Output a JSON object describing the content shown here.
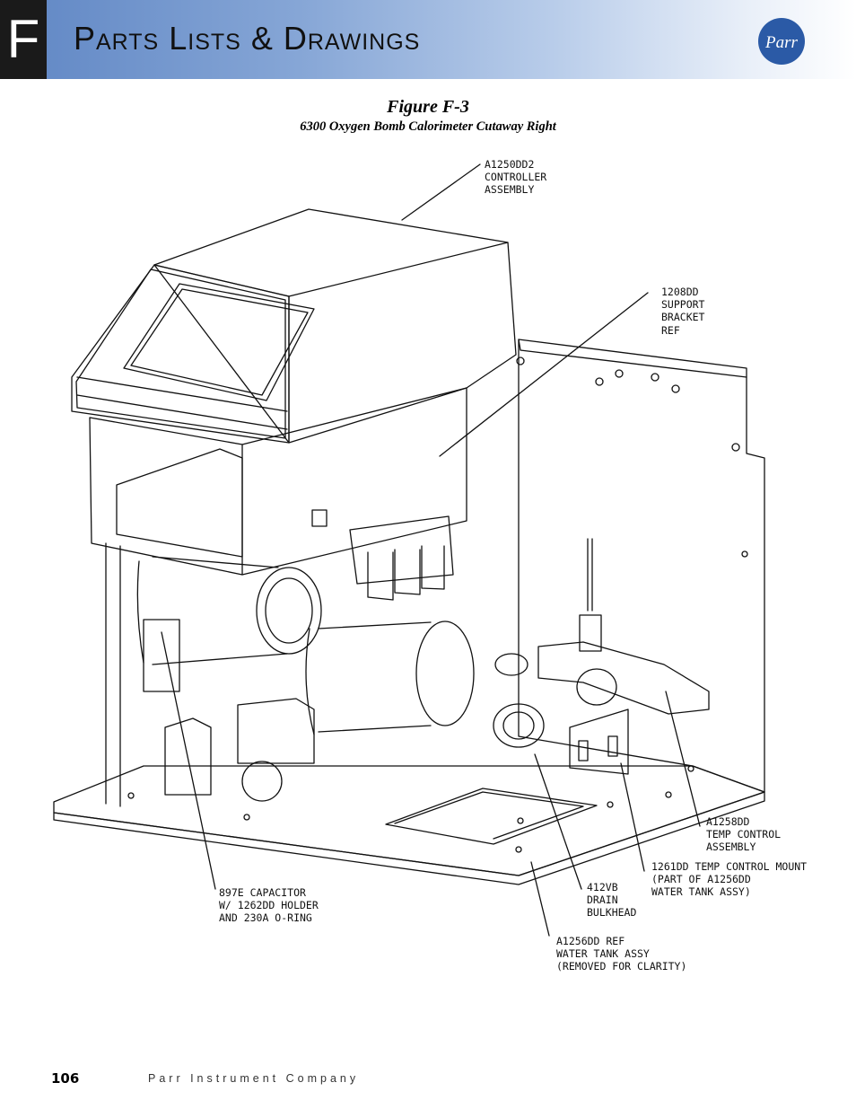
{
  "header": {
    "section_letter": "F",
    "title": "Parts Lists & Drawings",
    "logo_text": "Parr"
  },
  "figure": {
    "title": "Figure F-3",
    "caption": "6300 Oxygen Bomb Calorimeter Cutaway Right"
  },
  "callouts": {
    "controller": "A1250DD2\nCONTROLLER\nASSEMBLY",
    "support_bracket": "1208DD\nSUPPORT\nBRACKET\nREF",
    "temp_control": "A1258DD\nTEMP CONTROL\nASSEMBLY",
    "temp_mount": "1261DD TEMP CONTROL MOUNT\n(PART OF A1256DD\nWATER TANK ASSY)",
    "drain": "412VB\nDRAIN\nBULKHEAD",
    "capacitor": "897E CAPACITOR\nW/ 1262DD HOLDER\nAND 230A O-RING",
    "water_tank": "A1256DD REF\nWATER TANK ASSY\n(REMOVED FOR CLARITY)"
  },
  "footer": {
    "page_number": "106",
    "company": "Parr Instrument Company"
  },
  "colors": {
    "header_gradient_start": "#5f86c4",
    "header_gradient_end": "#ffffff",
    "tab": "#1a1a1a"
  }
}
